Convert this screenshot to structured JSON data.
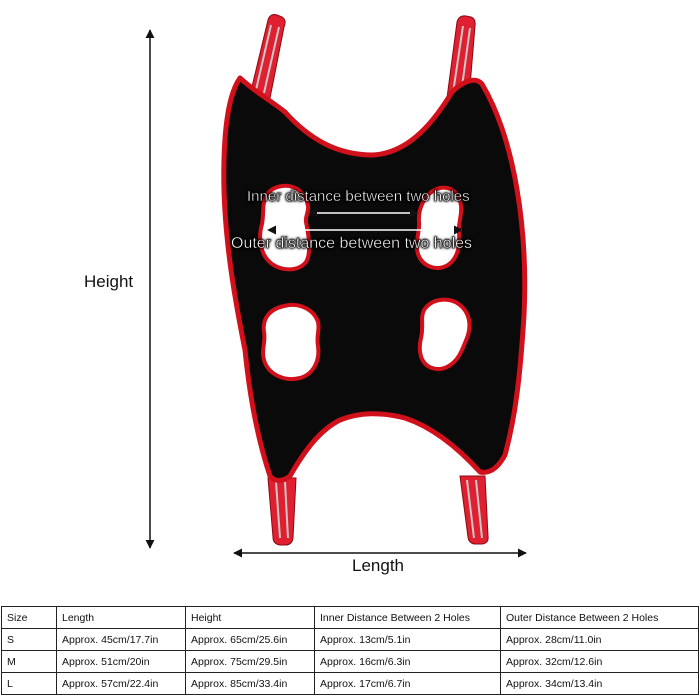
{
  "labels": {
    "height": "Height",
    "length": "Length",
    "inner_distance": "Inner distance between two holes",
    "outer_distance": "Outer distance between two holes"
  },
  "colors": {
    "body": "#0a0a0a",
    "trim": "#d0101a",
    "strap": "#e02030",
    "strap_stripe": "#c8c8c8"
  },
  "table": {
    "headers": [
      "Size",
      "Length",
      "Height",
      "Inner Distance Between 2 Holes",
      "Outer Distance Between 2 Holes"
    ],
    "rows": [
      [
        "S",
        "Approx. 45cm/17.7in",
        "Approx. 65cm/25.6in",
        "Approx. 13cm/5.1in",
        "Approx. 28cm/11.0in"
      ],
      [
        "M",
        "Approx. 51cm/20in",
        "Approx. 75cm/29.5in",
        "Approx. 16cm/6.3in",
        "Approx. 32cm/12.6in"
      ],
      [
        "L",
        "Approx. 57cm/22.4in",
        "Approx. 85cm/33.4in",
        "Approx. 17cm/6.7in",
        "Approx. 34cm/13.4in"
      ]
    ]
  }
}
